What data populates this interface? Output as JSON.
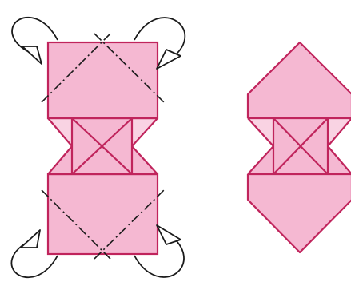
{
  "colors": {
    "fill": "#f5b8d2",
    "fill_light": "#f9d3e3",
    "edge": "#c0245c",
    "fold_line": "#1a1a1a",
    "arrow_stroke": "#1a1a1a",
    "background": "#ffffff"
  },
  "figures": {
    "left": {
      "description_shape": "two-squares-with-folding-arrows",
      "fold_line_style": "dash-dot"
    },
    "right": {
      "description_shape": "folded-hexagon"
    }
  },
  "icons": [
    "curved-fold-arrow-icon"
  ]
}
